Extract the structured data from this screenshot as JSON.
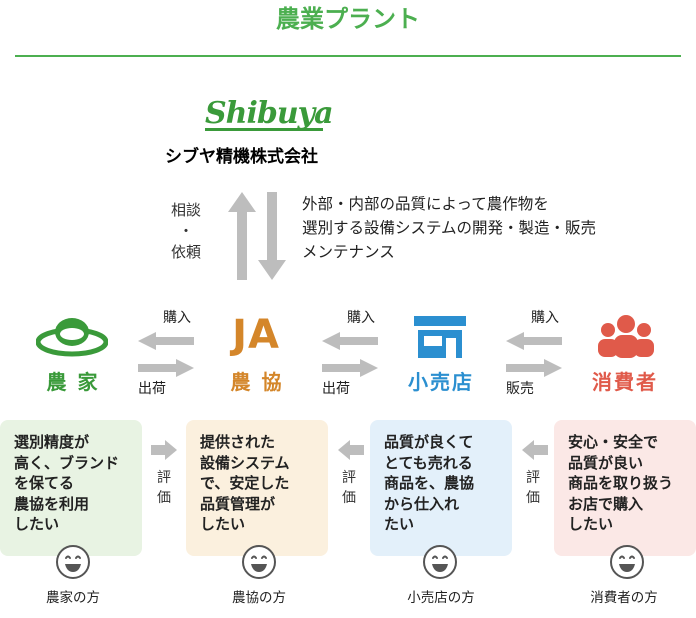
{
  "title": "農業プラント",
  "company": {
    "logo_text": "Shibuya",
    "name": "シブヤ精機株式会社"
  },
  "consult_label": "相談\n・\n依頼",
  "description": "外部・内部の品質によって農作物を\n選別する設備システムの開発・製造・販売\nメンテナンス",
  "nodes": [
    {
      "label": "農 家",
      "icon": "ufo-icon",
      "color": "#3a9a3a"
    },
    {
      "label": "農 協",
      "icon": "ja-logo",
      "logo_text": "JA",
      "color": "#d4862a"
    },
    {
      "label": "小売店",
      "icon": "store-icon",
      "color": "#2b8fd0"
    },
    {
      "label": "消費者",
      "icon": "people-icon",
      "color": "#e05a4a"
    }
  ],
  "flows": [
    {
      "top": "購入",
      "bottom": "出荷"
    },
    {
      "top": "購入",
      "bottom": "出荷"
    },
    {
      "top": "購入",
      "bottom": "販売"
    }
  ],
  "boxes": [
    {
      "text": "選別精度が\n高く、ブランド\nを保てる\n農協を利用\nしたい",
      "bg": "#e8f3e3",
      "person": "農家の方"
    },
    {
      "text": "提供された\n設備システム\nで、安定した\n品質管理が\nしたい",
      "bg": "#fbf0de",
      "person": "農協の方"
    },
    {
      "text": "品質が良くて\nとても売れる\n商品を、農協\nから仕入れ\nたい",
      "bg": "#e3f0fa",
      "person": "小売店の方"
    },
    {
      "text": "安心・安全で\n品質が良い\n商品を取り扱う\nお店で購入\nしたい",
      "bg": "#fbe8e6",
      "person": "消費者の方"
    }
  ],
  "eval_label": "評\n価"
}
